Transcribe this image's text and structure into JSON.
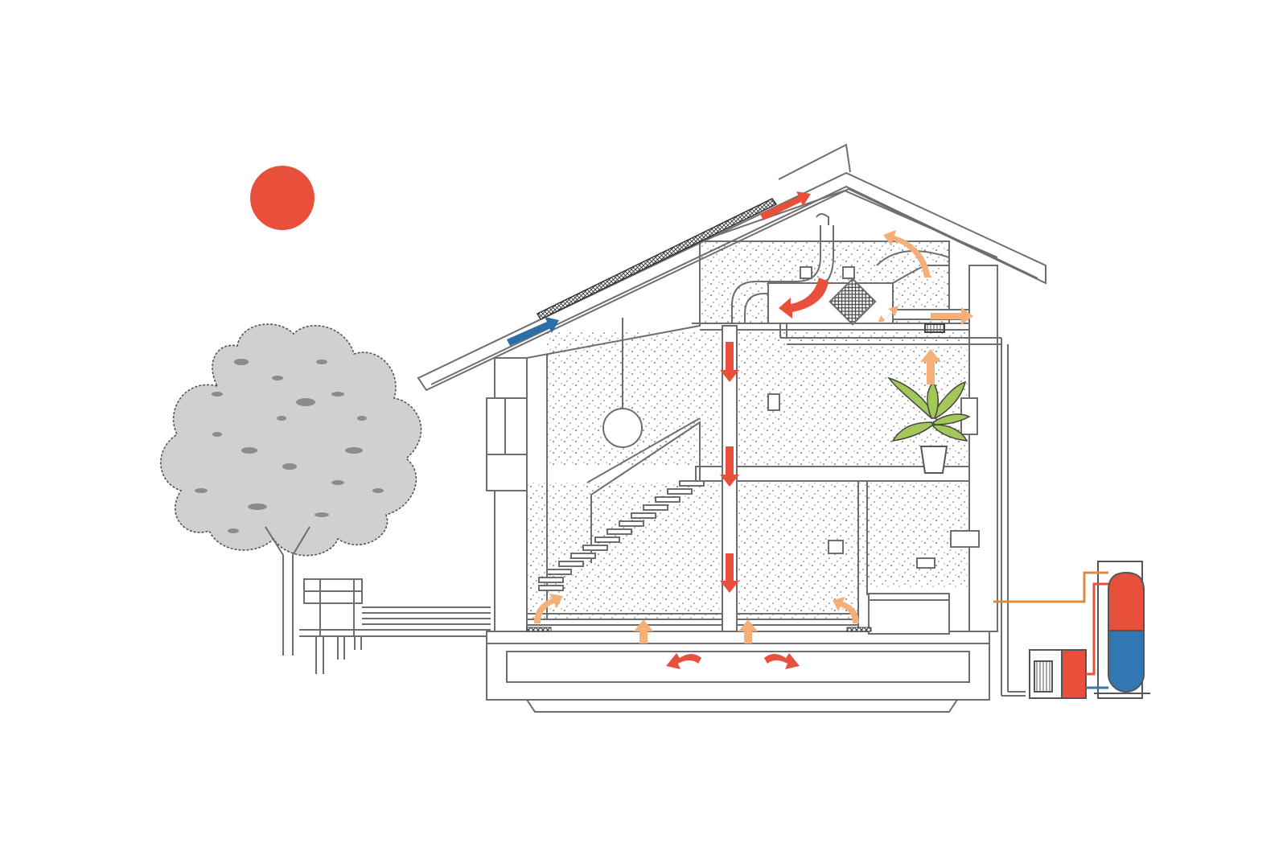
{
  "diagram": {
    "colors": {
      "background": "#ffffff",
      "line": "#6e6e6e",
      "sun": "#e9503c",
      "warm_air": "#e9503c",
      "fresh_air": "#f5b07a",
      "cold_intake": "#2a6fa8",
      "tree": "#cfcfcf",
      "plant": "#a4c75a",
      "tank_hot": "#e9503c",
      "tank_cold": "#2f78b4",
      "pipe_hot": "#e08a3c"
    },
    "icons": {
      "sun": "sun-icon",
      "tree": "tree-icon",
      "plant": "potted-plant-icon",
      "pendant_lamp": "pendant-lamp-icon",
      "solar_panel": "solar-panel-icon",
      "ventilation_unit": "heat-recovery-unit-icon",
      "heat_pump": "heat-pump-icon",
      "hot_water_tank": "water-tank-icon"
    },
    "flows": {
      "cold_intake": "cold-air-intake-arrow",
      "warm_exhaust": "warm-air-exhaust-arrow",
      "supply_down": "warm-air-down-arrow",
      "fresh_up": "fresh-air-up-arrow",
      "underfloor": "underfloor-circulation-arrow"
    }
  }
}
